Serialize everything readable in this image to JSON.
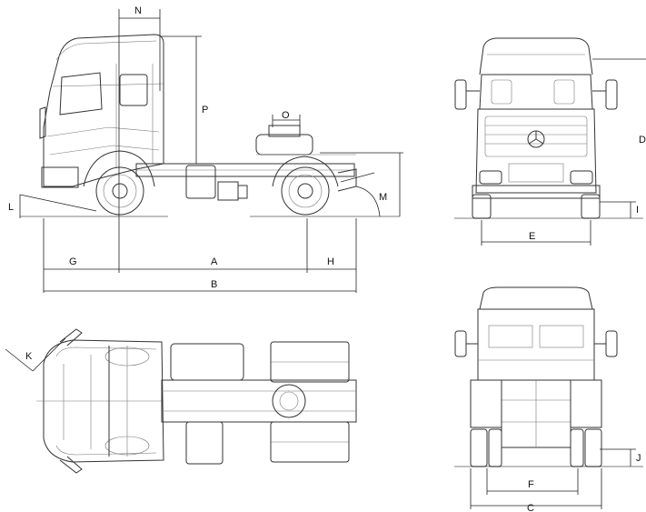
{
  "dimension_labels": {
    "A": "A",
    "B": "B",
    "C": "C",
    "D": "D",
    "E": "E",
    "F": "F",
    "G": "G",
    "H": "H",
    "I": "I",
    "J": "J",
    "K": "K",
    "L": "L",
    "M": "M",
    "N": "N",
    "O": "O",
    "P": "P"
  },
  "views": [
    "side-view",
    "front-view",
    "top-view",
    "rear-view"
  ],
  "colors": {
    "line": "#333333",
    "background": "#ffffff"
  }
}
